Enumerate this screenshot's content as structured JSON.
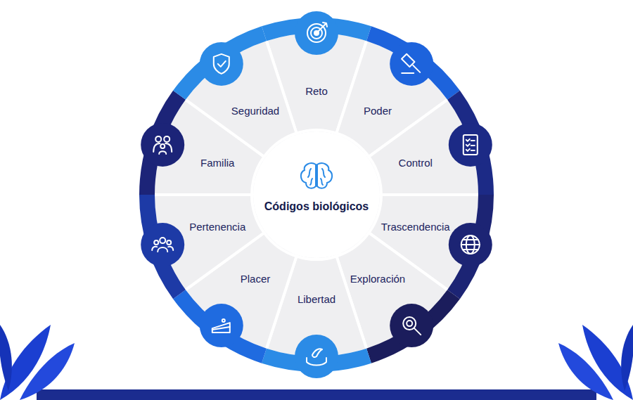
{
  "diagram": {
    "nodes": [
      {
        "text": [
          "Códigos biológicos"
        ]
      },
      {
        "text": [
          "Reto"
        ]
      },
      {
        "text": [
          "Poder"
        ]
      },
      {
        "text": [
          "Control"
        ]
      },
      {
        "text": [
          "Trascendencia"
        ]
      },
      {
        "text": [
          "Exploración"
        ]
      },
      {
        "text": [
          "Libertad"
        ]
      },
      {
        "text": [
          "Placer"
        ]
      },
      {
        "text": [
          "Pertenencia"
        ]
      },
      {
        "text": [
          "Familia"
        ]
      },
      {
        "text": [
          "Seguridad"
        ]
      }
    ]
  }
}
